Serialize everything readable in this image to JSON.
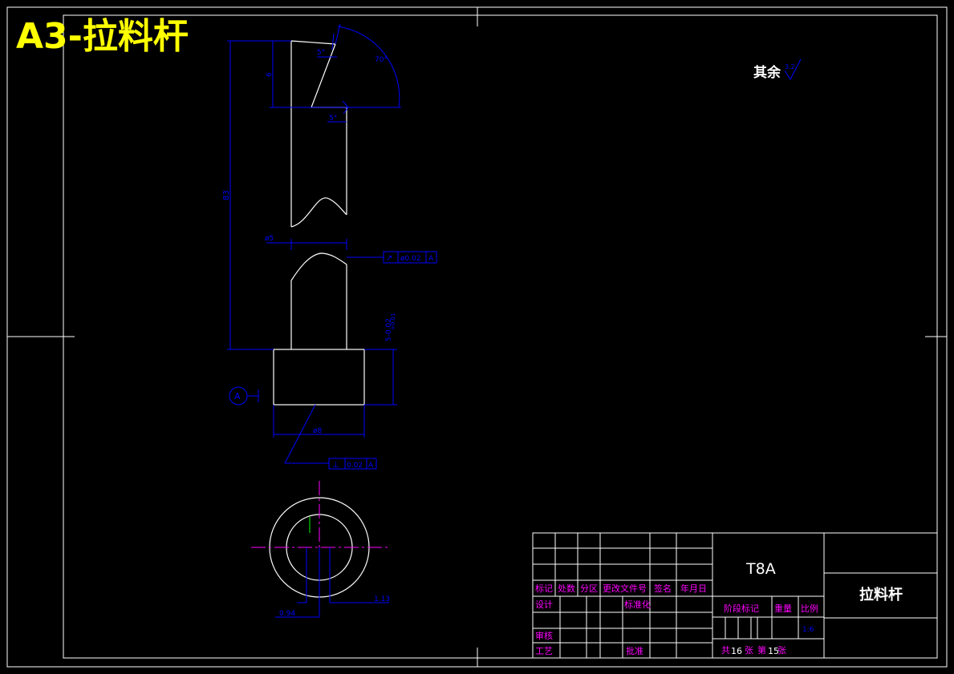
{
  "sheet": {
    "title": "A3-拉料杆",
    "roughness_note": "其余",
    "roughness_value": "3.2"
  },
  "dimensions": {
    "angle_top": "5°",
    "angle_bottom": "5°",
    "angle_arc": "70°",
    "head_height": "6",
    "overall_length": "83",
    "shaft_diameter": "ø5",
    "base_height": "5-0.02",
    "base_height_tol": "+0.01",
    "base_diameter": "ø8",
    "inner_offset": "0.94",
    "outer_offset": "1.13",
    "datum_label": "A"
  },
  "tolerances": {
    "shaft_frame": {
      "symbol": "↗",
      "value": "ø0.02",
      "datum": "A"
    },
    "base_frame": {
      "symbol": "⊥",
      "value": "0.02",
      "datum": "A"
    }
  },
  "titleblock": {
    "material": "T8A",
    "part_name": "拉料杆",
    "headers": [
      "标记",
      "处数",
      "分区",
      "更改文件号",
      "签名",
      "年月日"
    ],
    "design": "设计",
    "standardize": "标准化",
    "stage_mark": "阶段标记",
    "weight": "重量",
    "scale_label": "比例",
    "scale_value": "1:6",
    "review": "审核",
    "process": "工艺",
    "approve": "批准",
    "sheet_total_prefix": "共",
    "sheet_total": "16",
    "sheet_unit": "张",
    "sheet_index_prefix": "第",
    "sheet_index": "15",
    "sheet_index_unit": "张"
  },
  "colors": {
    "outline": "#ffffff",
    "dimension": "#0000ff",
    "label": "#ff00ff",
    "title": "#ffff00",
    "green": "#00ff00"
  }
}
